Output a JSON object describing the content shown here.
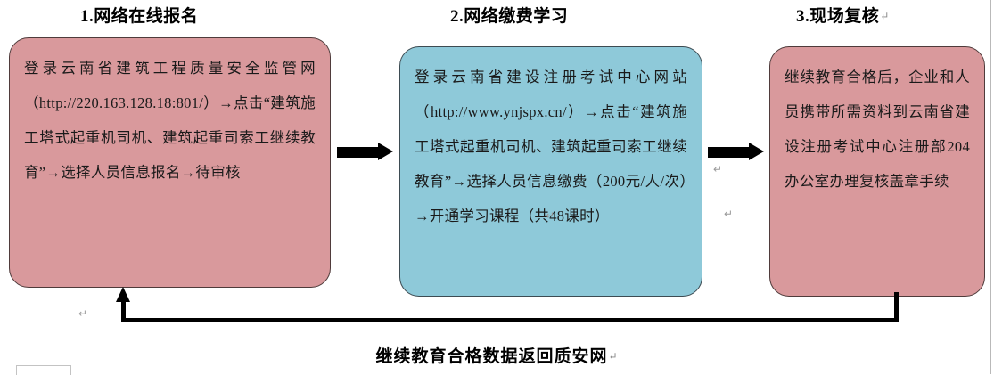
{
  "diagram": {
    "title": "继续教育报名流程图",
    "colors": {
      "pink_fill": "#d9999c",
      "blue_fill": "#8ec9d9",
      "border": "#4a3a3a",
      "arrow": "#000000",
      "page_background": "#ffffff"
    },
    "steps": [
      {
        "id": "step-1",
        "title": "1.网络在线报名",
        "title_mark": "",
        "fill": "pink",
        "body": "登录云南省建筑工程质量安全监管网（http://220.163.128.18:801/）→点击“建筑施工塔式起重机司机、建筑起重司索工继续教育”→选择人员信息报名→待审核",
        "url": "http://220.163.128.18:801/"
      },
      {
        "id": "step-2",
        "title": "2.网络缴费学习",
        "title_mark": "",
        "fill": "blue",
        "body": "登录云南省建设注册考试中心网站（http://www.ynjspx.cn/）→点击“建筑施工塔式起重机司机、建筑起重司索工继续教育”→选择人员信息缴费（200元/人/次）→开通学习课程（共48课时）",
        "url": "http://www.ynjspx.cn/",
        "fee": "200元/人/次",
        "course_hours": "48课时"
      },
      {
        "id": "step-3",
        "title": "3.现场复核",
        "title_mark": "↵",
        "fill": "pink",
        "body": "继续教育合格后，企业和人员携带所需资料到云南省建设注册考试中心注册部204办公室办理复核盖章手续",
        "office": "204办公室"
      }
    ],
    "connectors": [
      {
        "id": "arrow-1",
        "from": "step-1",
        "to": "step-2",
        "shape": "right-arrow"
      },
      {
        "id": "arrow-2",
        "from": "step-2",
        "to": "step-3",
        "shape": "right-arrow"
      },
      {
        "id": "return-path",
        "from": "step-3",
        "to": "step-1",
        "shape": "u-turn-up-arrow"
      }
    ],
    "bottom_caption": "继续教育合格数据返回质安网",
    "bottom_caption_mark": "↵",
    "stray_marks": [
      "↵",
      "↵",
      "↵",
      "↵"
    ]
  }
}
